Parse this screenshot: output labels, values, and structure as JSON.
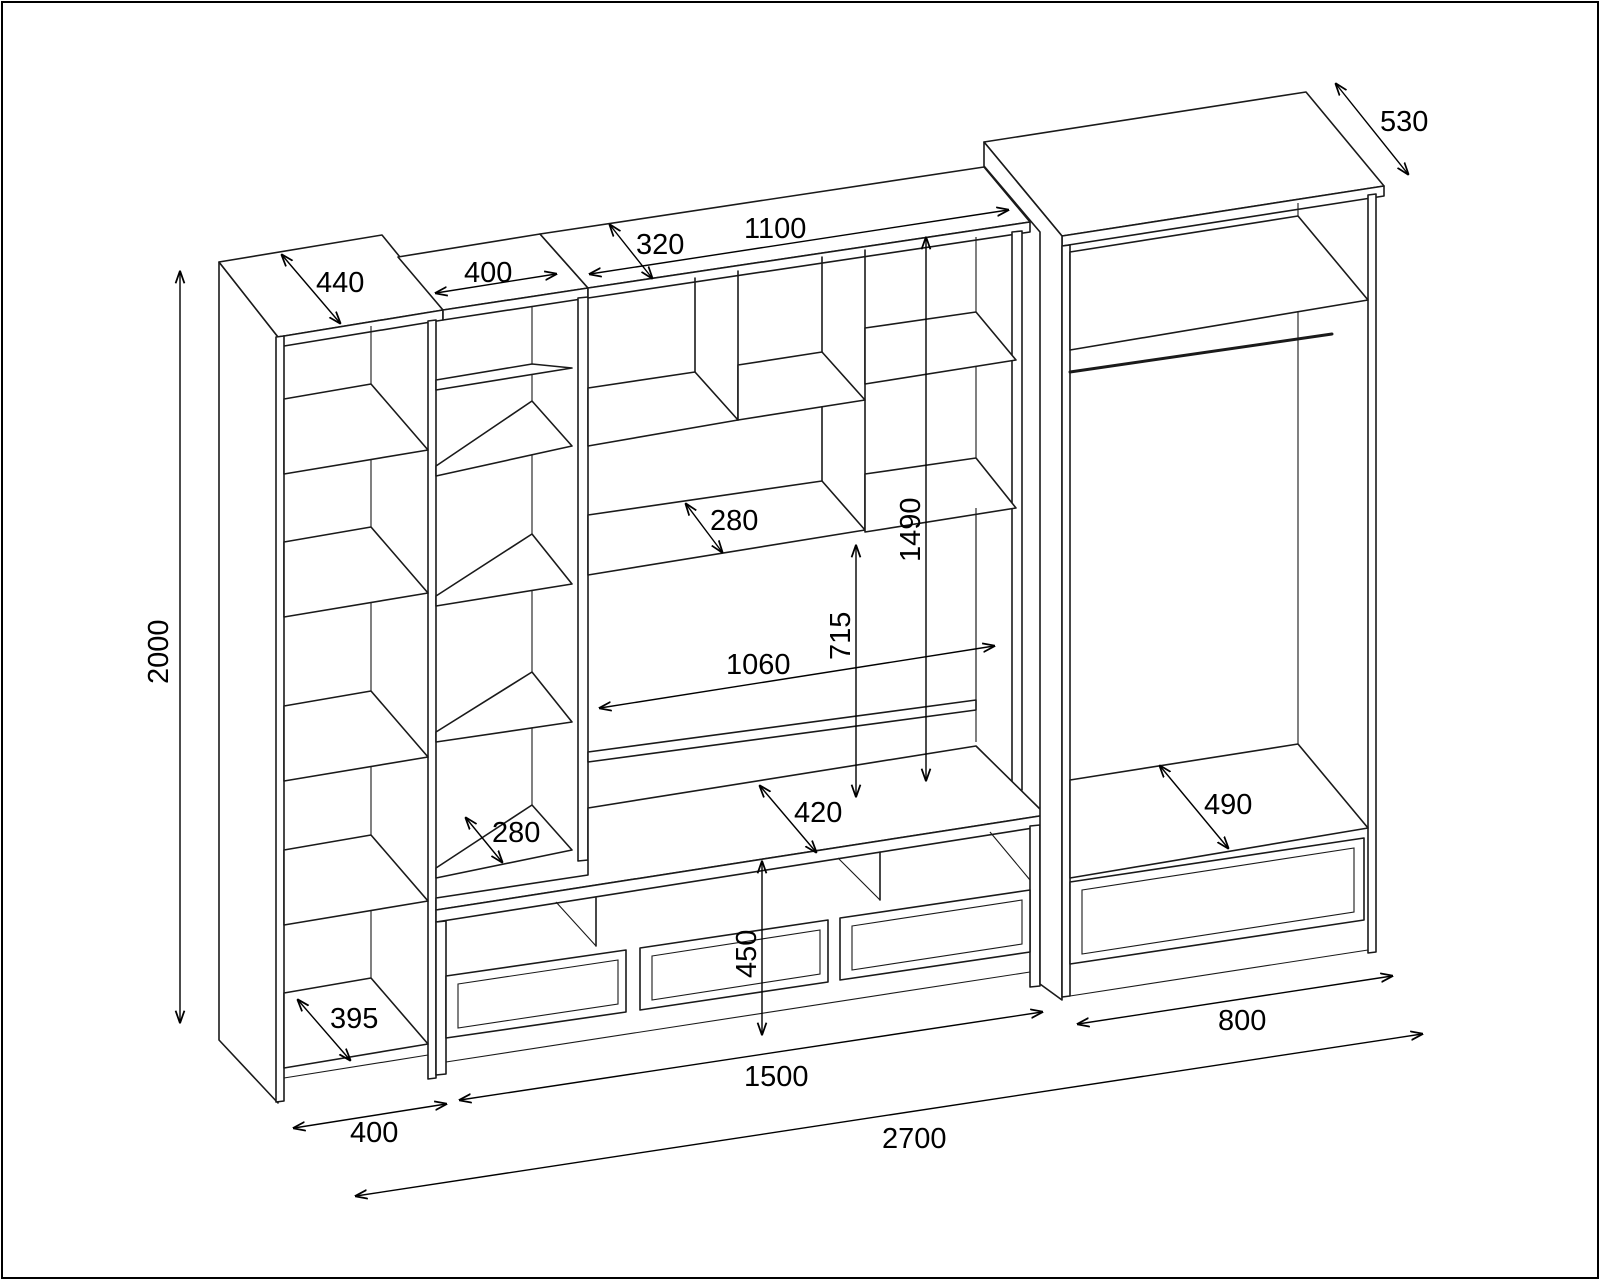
{
  "diagram": {
    "dimensions": {
      "left_depth_top": "440",
      "bay2_width_top": "400",
      "center_depth_top": "320",
      "center_width_top": "1100",
      "wardrobe_depth": "530",
      "overall_height": "2000",
      "center_shelf_depth": "280",
      "center_inner_height": "1490",
      "tv_niche_height": "715",
      "tv_niche_width": "1060",
      "tv_stand_depth": "420",
      "bay2_shelf_depth": "280",
      "tv_stand_height": "450",
      "wardrobe_inner_depth": "490",
      "left_shelf_depth": "395",
      "wardrobe_width": "800",
      "left_width": "400",
      "center_width": "1500",
      "overall_width": "2700"
    }
  }
}
